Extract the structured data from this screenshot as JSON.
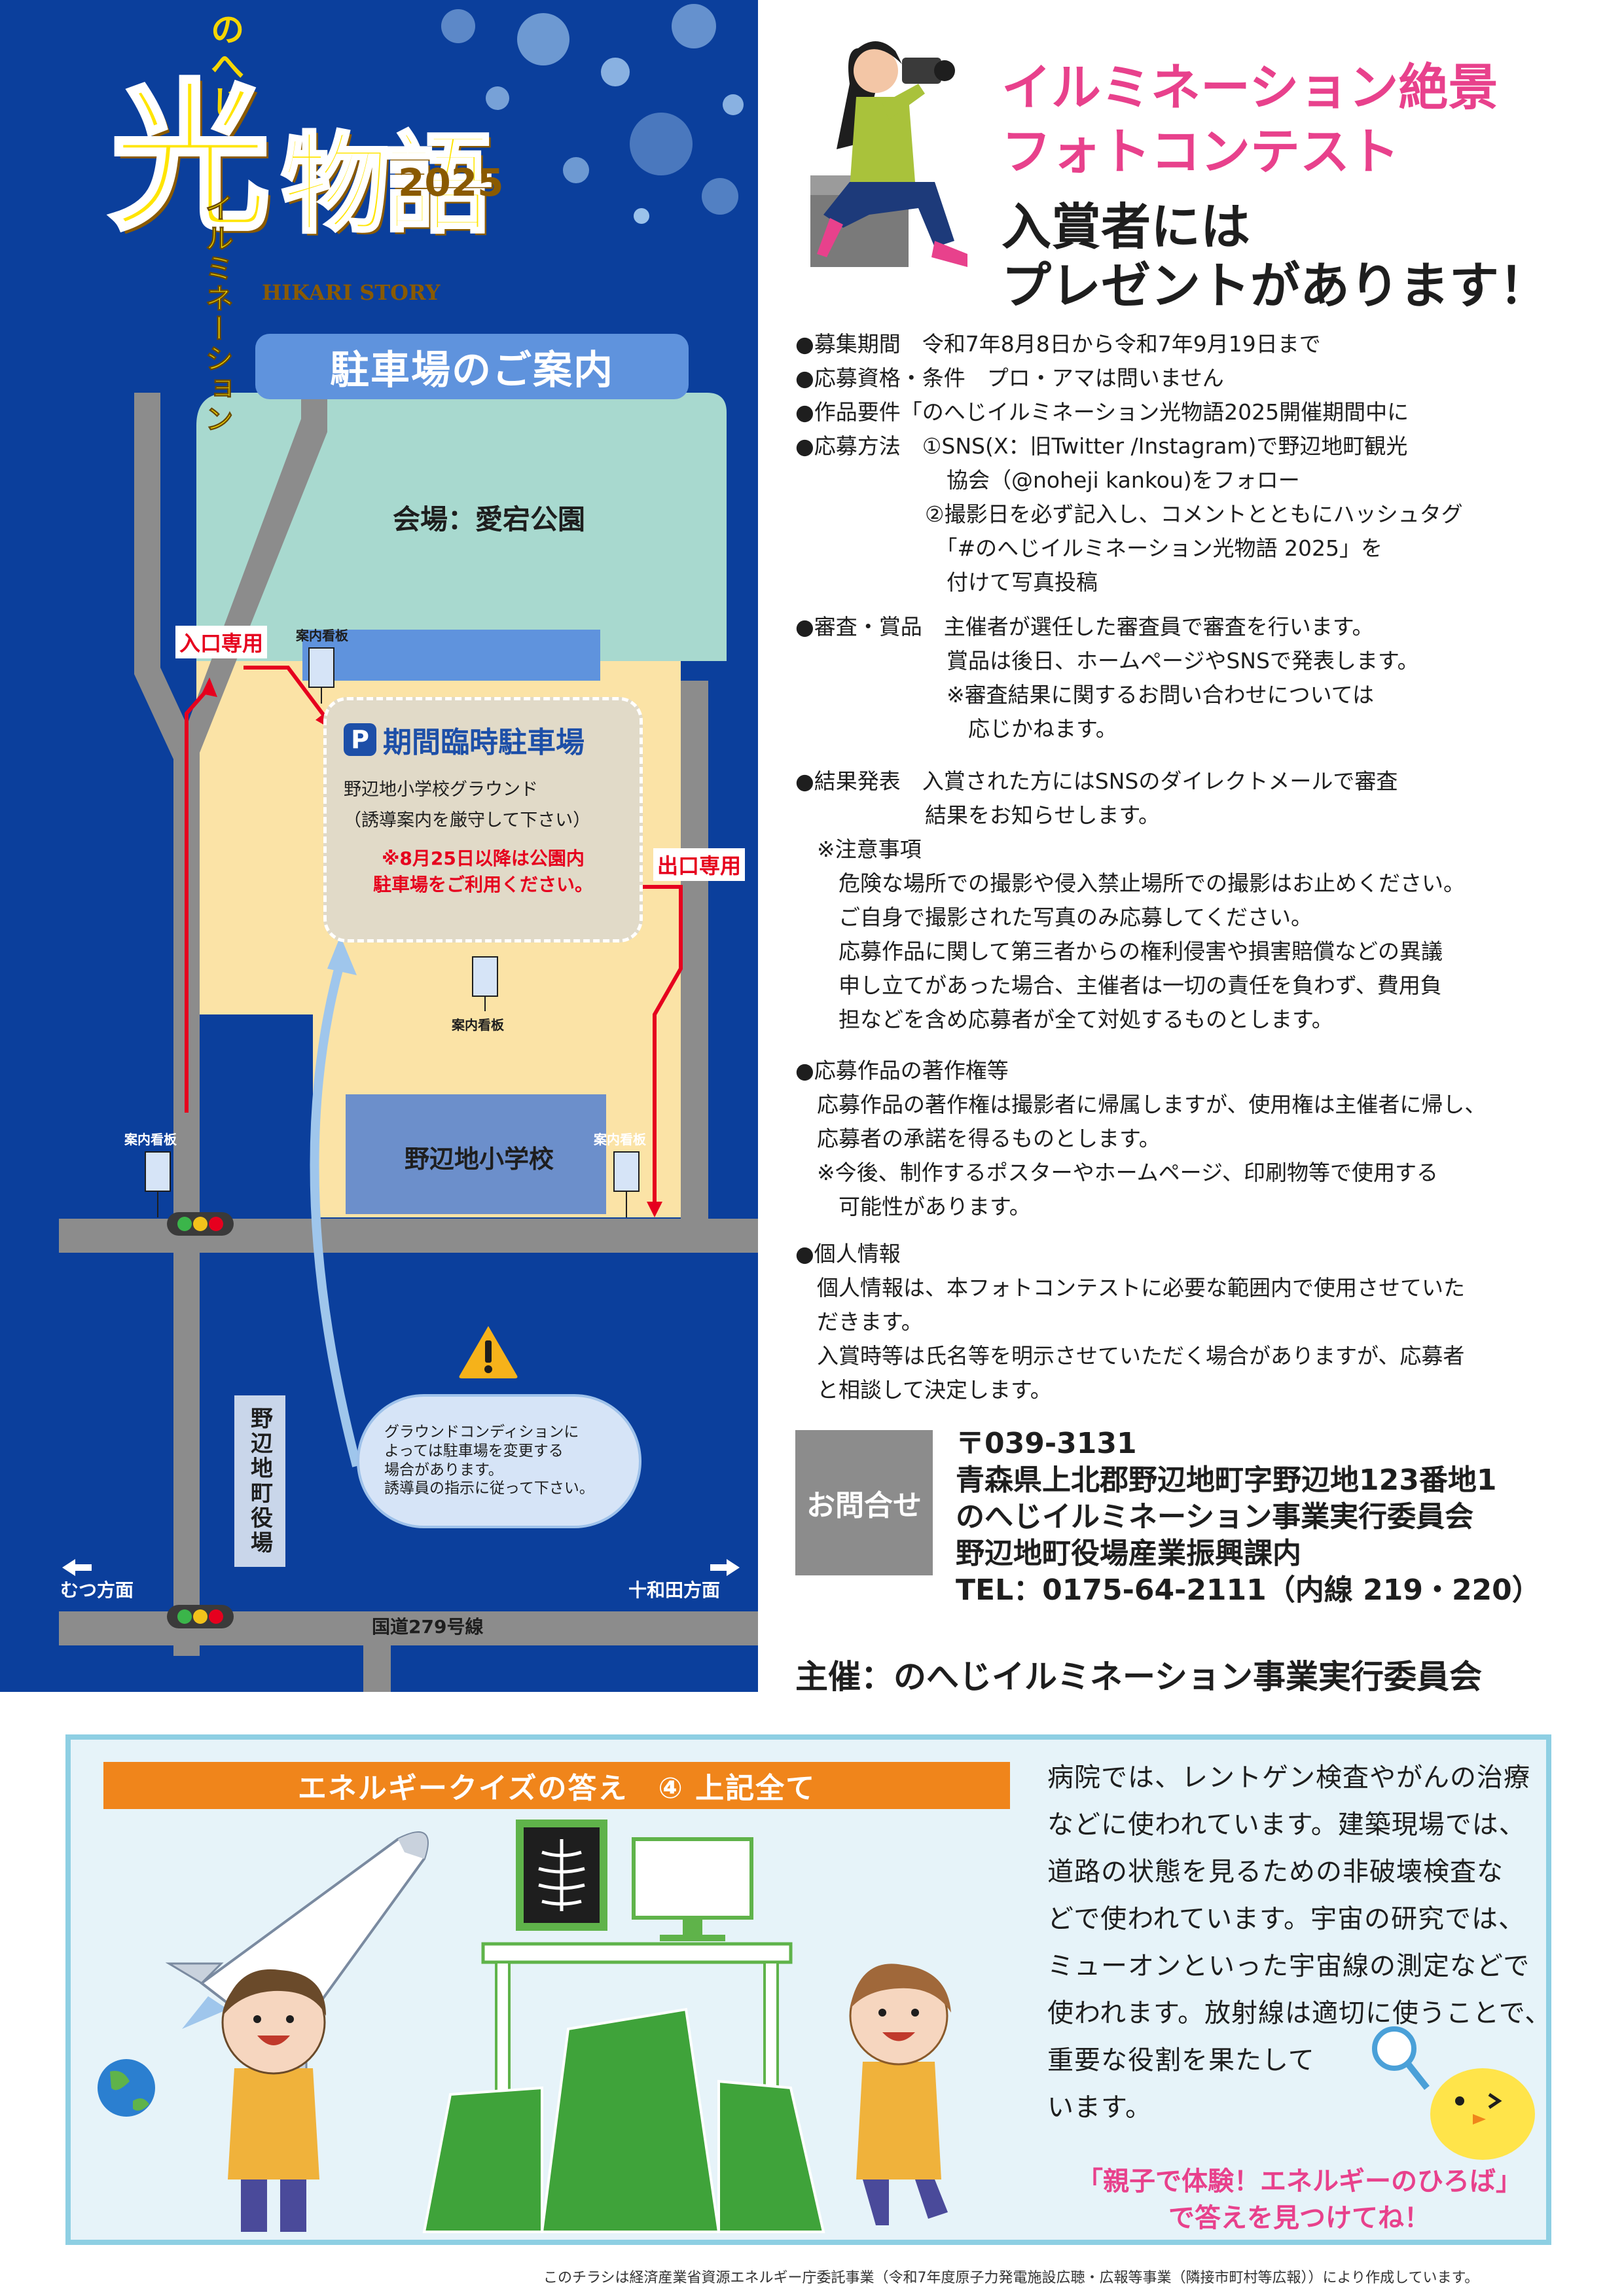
{
  "logo": {
    "nohe": "のへじ",
    "hikari": "光",
    "monogatari": "物語",
    "year": "2025",
    "illumination": "イルミネーション",
    "story": "HIKARI STORY"
  },
  "map": {
    "title": "駐車場のご案内",
    "venue": "会場：愛宕公園",
    "entry_only": "入口専用",
    "exit_only": "出口専用",
    "sign": "案内看板",
    "temp_parking": {
      "p_icon": "P",
      "title": "期間臨時駐車場",
      "line1": "野辺地小学校グラウンド",
      "line2": "（誘導案内を厳守して下さい）",
      "note1": "※8月25日以降は公園内",
      "note2": "駐車場をご利用ください。"
    },
    "school": "野辺地小学校",
    "caution": {
      "icon": "warning-icon",
      "text": "グラウンドコンディションに\nよっては駐車場を変更する\n場合があります。\n誘導員の指示に従って下さい。"
    },
    "city_hall": "野辺地町役場",
    "dir_left": "むつ方面",
    "dir_right": "十和田方面",
    "route": "国道279号線"
  },
  "contest": {
    "title_line1": "イルミネーション絶景",
    "title_line2": "フォトコンテスト",
    "prize_line1": "入賞者には",
    "prize_line2": "プレゼントがあります！",
    "block_a": "●募集期間　令和7年8月8日から令和7年9月19日まで\n●応募資格・条件　プロ・アマは問いません\n●作品要件「のへじイルミネーション光物語2025開催期間中に\n●応募方法　①SNS(X：旧Twitter /Instagram)で野辺地町観光\n　　　　　　　協会（@noheji kankou)をフォロー\n　　　　　　②撮影日を必ず記入し、コメントとともにハッシュタグ\n　　　　　　　「#のへじイルミネーション光物語 2025」を\n　　　　　　　付けて写真投稿",
    "block_b": "●審査・賞品　主催者が選任した審査員で審査を行います。\n　　　　　　　賞品は後日、ホームページやSNSで発表します。\n　　　　　　　※審査結果に関するお問い合わせについては\n　　　　　　　　応じかねます。",
    "block_c": "●結果発表　入賞された方にはSNSのダイレクトメールで審査\n　　　　　　結果をお知らせします。\n　※注意事項\n　　危険な場所での撮影や侵入禁止場所での撮影はお止めください。\n　　ご自身で撮影された写真のみ応募してください。\n　　応募作品に関して第三者からの権利侵害や損害賠償などの異議\n　　申し立てがあった場合、主催者は一切の責任を負わず、費用負\n　　担などを含め応募者が全て対処するものとします。",
    "block_d": "●応募作品の著作権等\n　応募作品の著作権は撮影者に帰属しますが、使用権は主催者に帰し、\n　応募者の承諾を得るものとします。\n　※今後、制作するポスターやホームページ、印刷物等で使用する\n　　可能性があります。",
    "block_e": "●個人情報\n　個人情報は、本フォトコンテストに必要な範囲内で使用させていた\n　だきます。\n　入賞時等は氏名等を明示させていただく場合がありますが、応募者\n　と相談して決定します。",
    "contact_tag": "お問合せ",
    "contact_lines": "〒039-3131\n青森県上北郡野辺地町字野辺地123番地1\nのへじイルミネーション事業実行委員会\n野辺地町役場産業振興課内\nTEL：0175-64-2111（内線 219・220）",
    "organizer": "主催：のへじイルミネーション事業実行委員会"
  },
  "quiz": {
    "header": "エネルギークイズの答え　④ 上記全て",
    "text": "病院では、レントゲン検査やがんの治療\nなどに使われています。建築現場では、\n道路の状態を見るための非破壊検査な\nどで使われています。宇宙の研究では、\nミューオンといった宇宙線の測定などで\n使われます。放射線は適切に使うことで、\n重要な役割を果たして\nいます。",
    "cta_line1": "「親子で体験！エネルギーのひろば」",
    "cta_line2": "で答えを見つけてね！"
  },
  "footnote": "このチラシは経済産業省資源エネルギー庁委託事業（令和7年度原子力発電施設広聴・広報等事業（隣接市町村等広報））により作成しています。",
  "colors": {
    "map_bg": "#0b3f9c",
    "park": "#a8d9cf",
    "grounds": "#fbe3a6",
    "road": "#8c8c8c",
    "pink": "#e8418c",
    "red": "#e6001e",
    "orange": "#f0851b",
    "quiz_bg": "#e6f3f9"
  }
}
